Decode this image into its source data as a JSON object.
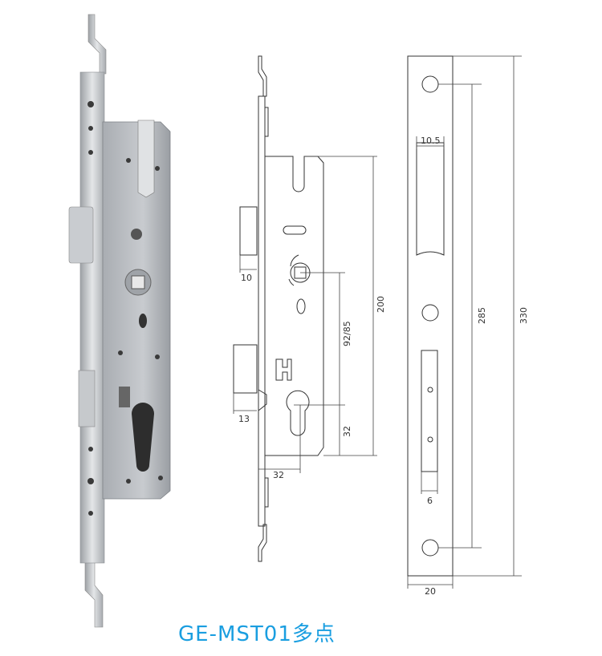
{
  "title": "GE-MST01多点",
  "colors": {
    "title": "#1a9ee0",
    "metal": "#b9bcc0",
    "plate": "#d4d6d8"
  },
  "side_view": {
    "latch_offset": "10",
    "bolt_offset": "13",
    "backset": "32",
    "centre_distance": "92/85",
    "cylinder_to_bottom": "32",
    "body_height": "200"
  },
  "front_view": {
    "slot_width": "10.5",
    "hole_spacing": "285",
    "plate_length": "330",
    "small_slot_width": "6",
    "plate_width": "20"
  }
}
